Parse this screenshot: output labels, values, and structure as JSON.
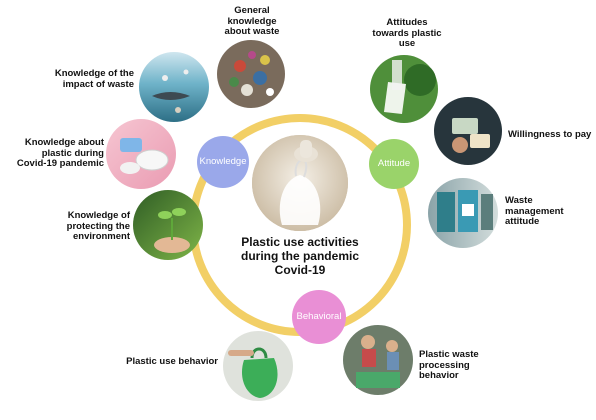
{
  "center": {
    "title": "Plastic use activities during the pandemic Covid-19"
  },
  "categories": {
    "knowledge": {
      "label": "Knowledge",
      "color": "#9aa8ea"
    },
    "attitude": {
      "label": "Attitude",
      "color": "#9ad36a"
    },
    "behavioral": {
      "label": "Behavioral",
      "color": "#e98fd5"
    }
  },
  "ring_color": "#f2cf66",
  "items": {
    "general_knowledge": "General knowledge about waste",
    "impact_of_waste": "Knowledge of the impact of waste",
    "plastic_covid": "Knowledge about plastic during Covid-19 pandemic",
    "protecting_env": "Knowledge of protecting the environment",
    "attitudes_plastic": "Attitudes towards plastic use",
    "willingness_pay": "Willingness to pay",
    "waste_mgmt": "Waste management attitude",
    "plastic_use_behavior": "Plastic use behavior",
    "plastic_waste_processing": "Plastic waste processing behavior"
  }
}
